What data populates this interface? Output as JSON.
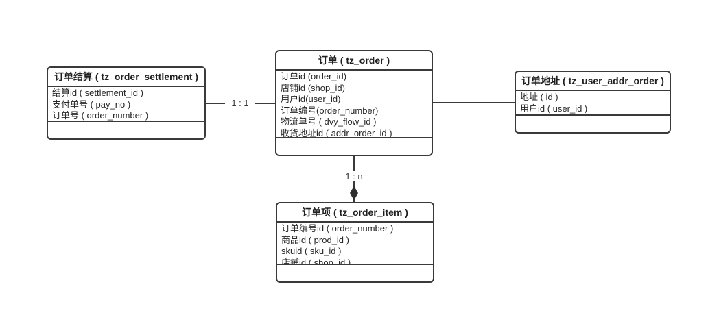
{
  "diagram": {
    "colors": {
      "background": "#ffffff",
      "stroke": "#3a3a3a",
      "text": "#262626"
    },
    "entities": {
      "settlement": {
        "title": "订单结算 ( tz_order_settlement )",
        "fields": [
          "结算id ( settlement_id )",
          "支付单号 ( pay_no )",
          "订单号 ( order_number )"
        ]
      },
      "order": {
        "title": "订单 ( tz_order )",
        "fields": [
          "订单id (order_id)",
          "店铺id (shop_id)",
          "用户id(user_id)",
          "订单编号(order_number)",
          "物流单号 ( dvy_flow_id )",
          "收货地址id ( addr_order_id )"
        ]
      },
      "addr": {
        "title": "订单地址 ( tz_user_addr_order )",
        "fields": [
          "地址 ( id )",
          "用户id ( user_id )"
        ]
      },
      "item": {
        "title": "订单项 ( tz_order_item )",
        "fields": [
          "订单编号id ( order_number )",
          "商品id ( prod_id )",
          "skuid ( sku_id )",
          "店铺id ( shop_id )"
        ]
      }
    },
    "edges": {
      "settlement_order": {
        "label": "1 : 1"
      },
      "order_item": {
        "label": "1 : n"
      }
    }
  }
}
